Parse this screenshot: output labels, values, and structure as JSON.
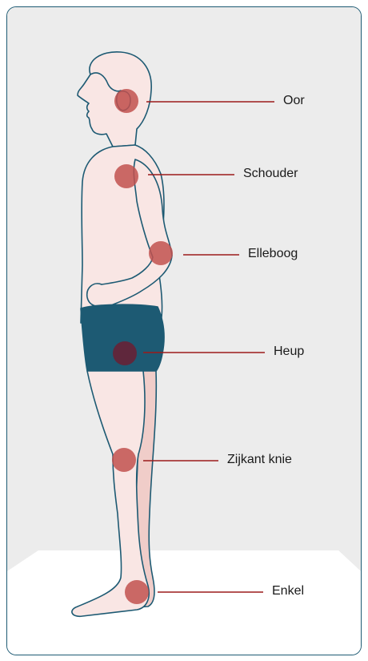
{
  "colors": {
    "frame": "#1d5a73",
    "wall": "#ececec",
    "floor": "#ffffff",
    "skin": "#f9e6e4",
    "skin_shadow": "#f0cdc9",
    "outline": "#1d5a73",
    "shorts": "#1d5a73",
    "marker": "#c2514f",
    "leader_line": "#9b1b1b"
  },
  "labels": {
    "ear": "Oor",
    "shoulder": "Schouder",
    "elbow": "Elleboog",
    "hip": "Heup",
    "knee": "Zijkant knie",
    "ankle": "Enkel"
  }
}
